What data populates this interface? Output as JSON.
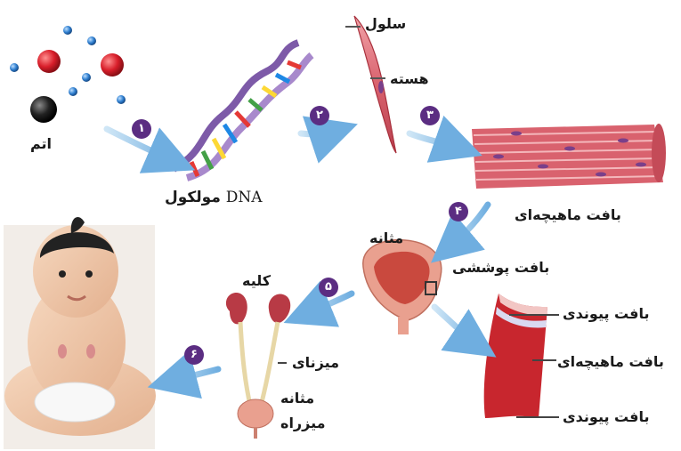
{
  "labels": {
    "atom": "اتم",
    "dna_word": "مولکول",
    "dna_latin": "DNA",
    "cell": "سلول",
    "nucleus": "هسته",
    "muscle_tissue_top": "بافت ماهیچه‌ای",
    "bladder_top": "مثانه",
    "epithelial": "بافت پوششی",
    "kidney": "کلیه",
    "ureter": "میزنای",
    "bladder_small": "مثانه",
    "urethra": "میزراه",
    "connective_1": "بافت پیوندی",
    "muscle_tissue_side": "بافت ماهیچه‌ای",
    "connective_2": "بافت پیوندی"
  },
  "steps": [
    "۱",
    "۲",
    "۳",
    "۴",
    "۵",
    "۶"
  ],
  "colors": {
    "badge": "#5b2d82",
    "arrow": "#7fb6dc",
    "atom_red": "#d81e2a",
    "atom_blue": "#2f7fd0",
    "atom_black": "#111111",
    "muscle": "#d9626e",
    "tissue_red": "#c8262e"
  }
}
